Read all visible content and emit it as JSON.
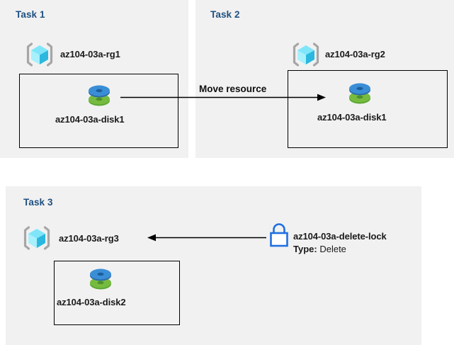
{
  "diagram": {
    "title": "Azure resource group tasks diagram",
    "background": "#ffffff",
    "panel_bg": "#f1f1f1",
    "title_color": "#1f5080",
    "box_border_color": "#000000",
    "arrow_color": "#000000",
    "lock_color": "#1f6fe0",
    "disk_top_color": "#3a8fd9",
    "disk_bottom_color": "#6cb33f",
    "rg_cube_color": "#63dbf5",
    "rg_bracket_color": "#a6a6a6"
  },
  "panels": [
    {
      "id": "task1",
      "title": "Task 1",
      "resource_group": {
        "label": "az104-03a-rg1",
        "icon": "resource-group-icon"
      },
      "resource": {
        "label": "az104-03a-disk1",
        "icon": "managed-disk-icon"
      }
    },
    {
      "id": "task2",
      "title": "Task 2",
      "resource_group": {
        "label": "az104-03a-rg2",
        "icon": "resource-group-icon"
      },
      "resource": {
        "label": "az104-03a-disk1",
        "icon": "managed-disk-icon"
      }
    },
    {
      "id": "task3",
      "title": "Task 3",
      "resource_group": {
        "label": "az104-03a-rg3",
        "icon": "resource-group-icon"
      },
      "resource": {
        "label": "az104-03a-disk2",
        "icon": "managed-disk-icon"
      },
      "lock": {
        "icon": "lock-icon",
        "name": "az104-03a-delete-lock",
        "type_key": "Type:",
        "type_value": "Delete"
      }
    }
  ],
  "connectors": [
    {
      "id": "move-resource-arrow",
      "label": "Move resource",
      "direction": "right",
      "from": "task1-disk1",
      "to": "task2-disk1"
    },
    {
      "id": "lock-arrow",
      "label": "",
      "direction": "left",
      "from": "az104-03a-delete-lock",
      "to": "az104-03a-rg3"
    }
  ]
}
